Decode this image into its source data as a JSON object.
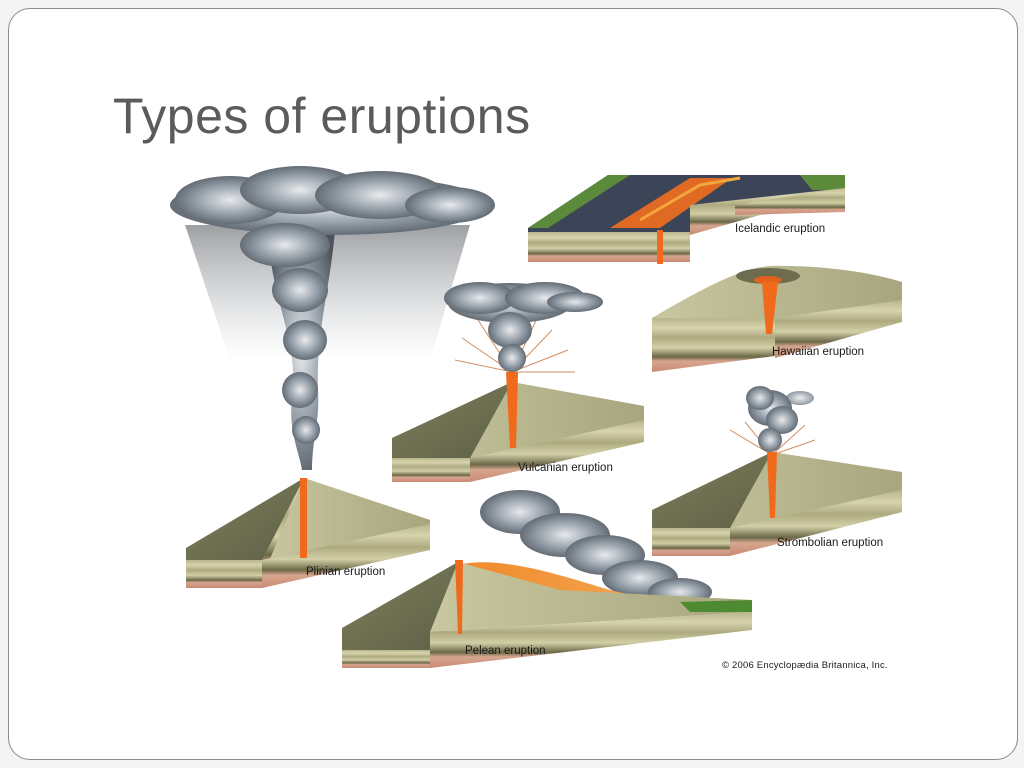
{
  "slide": {
    "title": "Types of eruptions"
  },
  "diagram": {
    "labels": {
      "icelandic": "Icelandic eruption",
      "hawaiian": "Hawaiian eruption",
      "vulcanian": "Vulcanian eruption",
      "strombolian": "Strombolian eruption",
      "plinian": "Plinian eruption",
      "pelean": "Pelean eruption"
    },
    "credit": "© 2006 Encyclopædia Britannica, Inc."
  },
  "colors": {
    "lava": "#f06a1c",
    "ash": "#7d8a96",
    "strata": "#c8c49a",
    "soil": "#d49880",
    "grass": "#4e8a32",
    "title": "#5b5b5b"
  }
}
